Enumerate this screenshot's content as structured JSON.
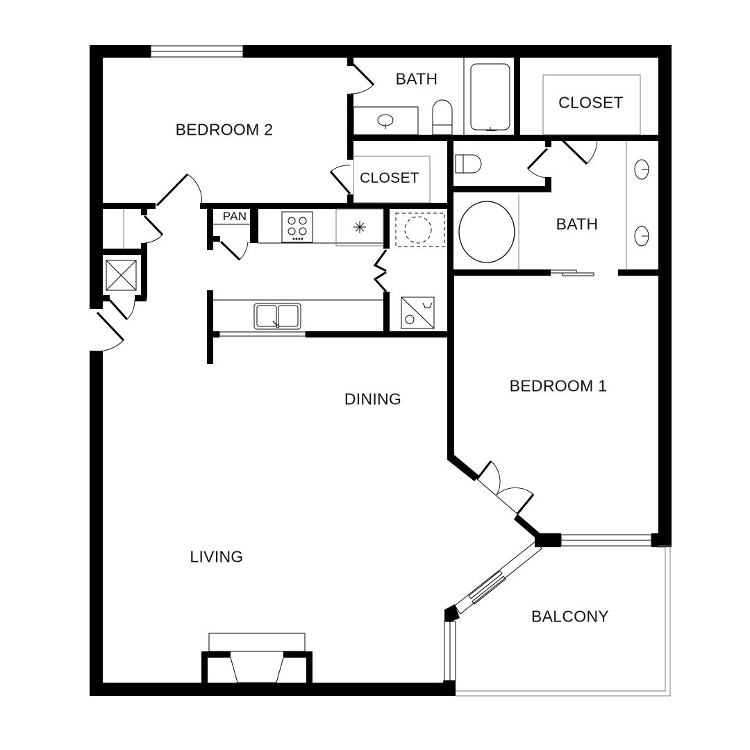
{
  "floorplan": {
    "rooms": [
      {
        "id": "bedroom-2",
        "label": "BEDROOM 2"
      },
      {
        "id": "bath-upper",
        "label": "BATH"
      },
      {
        "id": "closet-upper-right",
        "label": "CLOSET"
      },
      {
        "id": "closet-center",
        "label": "CLOSET"
      },
      {
        "id": "pantry",
        "label": "PAN"
      },
      {
        "id": "bath-master",
        "label": "BATH"
      },
      {
        "id": "dining",
        "label": "DINING"
      },
      {
        "id": "bedroom-1",
        "label": "BEDROOM 1"
      },
      {
        "id": "living",
        "label": "LIVING"
      },
      {
        "id": "balcony",
        "label": "BALCONY"
      }
    ],
    "fixtures": {
      "range": "stove-icon",
      "refrigerator": "snowflake-icon",
      "sink": "double-sink-icon",
      "washer_dryer": "washer-dryer-icon",
      "water_heater": "water-heater-icon",
      "fireplace": "fireplace-icon",
      "bathtub": "bathtub-icon",
      "toilets": "toilet-icon",
      "round_tub": "round-tub-icon"
    },
    "colors": {
      "walls": "#000000",
      "background": "#ffffff",
      "lines": "#000000"
    }
  }
}
